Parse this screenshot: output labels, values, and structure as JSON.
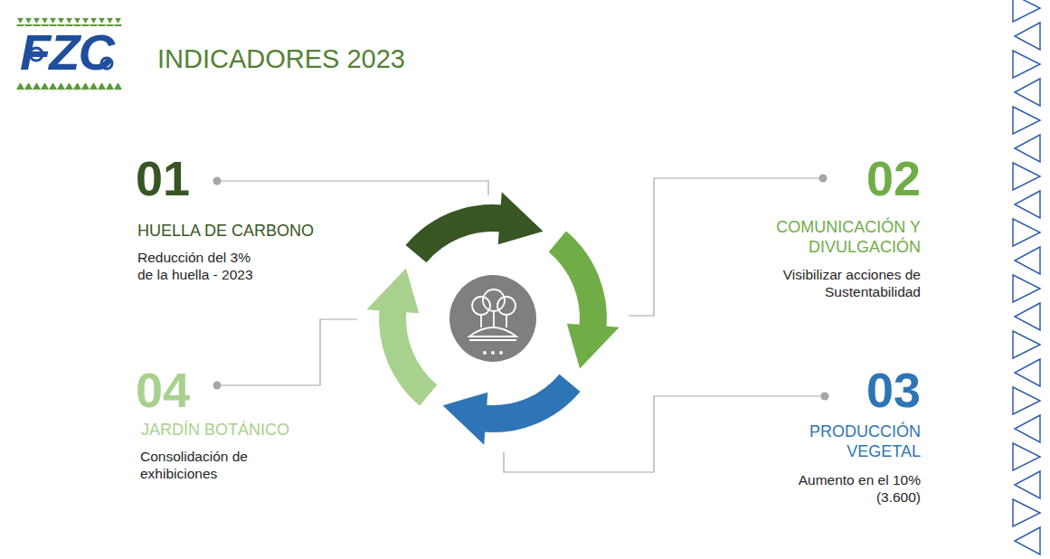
{
  "diagram": {
    "title": "INDICADORES 2023",
    "labels": [
      "FZC",
      "01",
      "HUELLA DE CARBONO",
      "Reducción del 3% de la huella - 2023",
      "02",
      "COMUNICACIÓN Y DIVULGACIÓN",
      "Visibilizar acciones de Sustentabilidad",
      "03",
      "PRODUCCIÓN VEGETAL",
      "Aumento en el 10% (3.600)",
      "04",
      "JARDÍN BOTÁNICO",
      "Consolidación de exhibiciones"
    ]
  }
}
